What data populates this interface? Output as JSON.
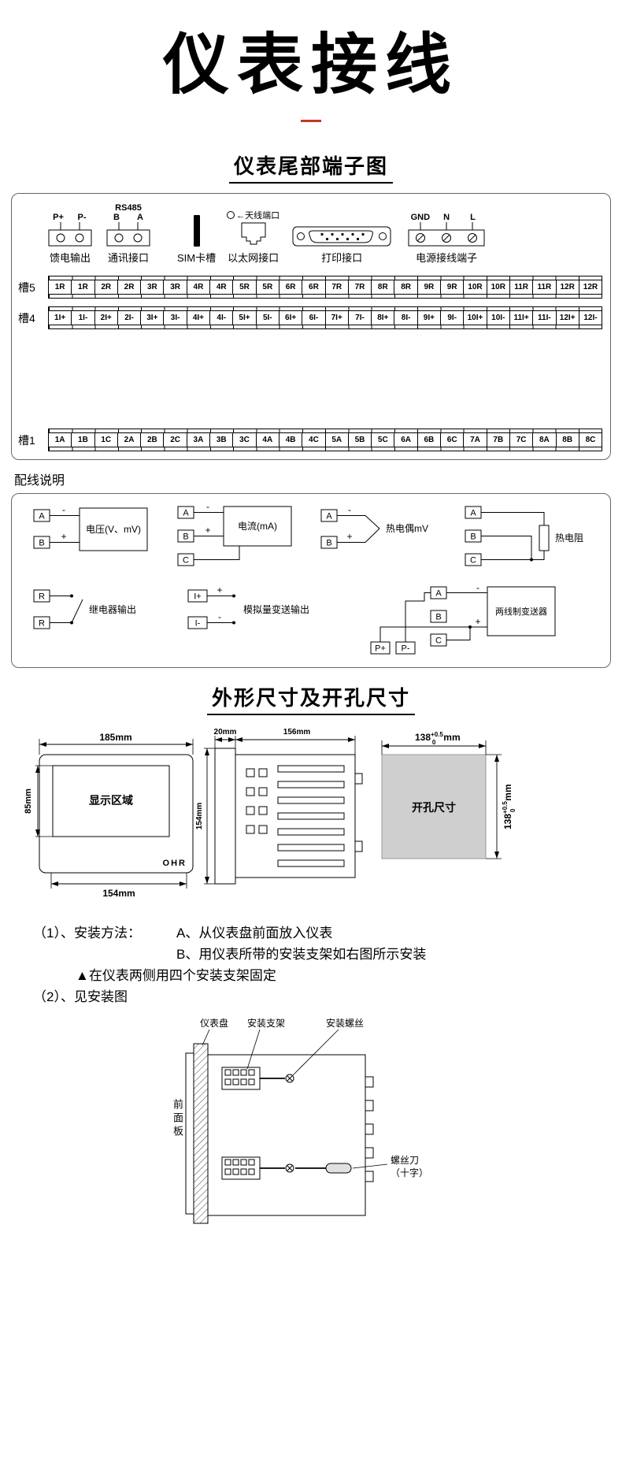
{
  "page": {
    "title": "仪表接线"
  },
  "terminal_section": {
    "heading": "仪表尾部端子图",
    "connectors": {
      "feed": {
        "pin1": "P+",
        "pin2": "P-",
        "label": "馈电输出"
      },
      "comm": {
        "top": "RS485",
        "pin1": "B",
        "pin2": "A",
        "label": "通讯接口"
      },
      "sim": {
        "label": "SIM卡槽"
      },
      "ethernet": {
        "antenna": "←天线端口",
        "label": "以太网接口"
      },
      "printer": {
        "label": "打印接口"
      },
      "power": {
        "pin1": "GND",
        "pin2": "N",
        "pin3": "L",
        "label": "电源接线端子"
      }
    },
    "slots": [
      {
        "name": "槽5",
        "terminals": [
          "1R",
          "1R",
          "2R",
          "2R",
          "3R",
          "3R",
          "4R",
          "4R",
          "5R",
          "5R",
          "6R",
          "6R",
          "7R",
          "7R",
          "8R",
          "8R",
          "9R",
          "9R",
          "10R",
          "10R",
          "11R",
          "11R",
          "12R",
          "12R"
        ]
      },
      {
        "name": "槽4",
        "terminals": [
          "1I+",
          "1I-",
          "2I+",
          "2I-",
          "3I+",
          "3I-",
          "4I+",
          "4I-",
          "5I+",
          "5I-",
          "6I+",
          "6I-",
          "7I+",
          "7I-",
          "8I+",
          "8I-",
          "9I+",
          "9I-",
          "10I+",
          "10I-",
          "11I+",
          "11I-",
          "12I+",
          "12I-"
        ]
      },
      {
        "name": "槽1",
        "terminals": [
          "1A",
          "1B",
          "1C",
          "2A",
          "2B",
          "2C",
          "3A",
          "3B",
          "3C",
          "4A",
          "4B",
          "4C",
          "5A",
          "5B",
          "5C",
          "6A",
          "6B",
          "6C",
          "7A",
          "7B",
          "7C",
          "8A",
          "8B",
          "8C"
        ]
      }
    ]
  },
  "wiring_section": {
    "heading": "配线说明",
    "voltage": {
      "t1": "A",
      "t2": "B",
      "sign1": "-",
      "sign2": "+",
      "label": "电压(V、mV)"
    },
    "current": {
      "t1": "A",
      "t2": "B",
      "t3": "C",
      "sign1": "-",
      "sign2": "+",
      "label": "电流(mA)"
    },
    "thermocouple": {
      "t1": "A",
      "t2": "B",
      "sign1": "-",
      "sign2": "+",
      "label": "热电偶mV"
    },
    "rtd": {
      "t1": "A",
      "t2": "B",
      "t3": "C",
      "label": "热电阻"
    },
    "relay": {
      "t1": "R",
      "t2": "R",
      "label": "继电器输出"
    },
    "analog_out": {
      "t1": "I+",
      "t2": "I-",
      "sign1": "+",
      "sign2": "-",
      "label": "模拟量变送输出"
    },
    "two_wire": {
      "t1": "A",
      "t2": "B",
      "t3": "C",
      "p1": "P+",
      "p2": "P-",
      "sign1": "-",
      "sign2": "+",
      "label": "两线制变送器"
    }
  },
  "dimensions_section": {
    "heading": "外形尺寸及开孔尺寸",
    "front": {
      "top": "185mm",
      "left": "85mm",
      "display": "显示区域",
      "brand": "OHR",
      "bottom": "154mm"
    },
    "side": {
      "bezel": "20mm",
      "body": "156mm",
      "height": "154mm"
    },
    "hole": {
      "label": "开孔尺寸",
      "value": "138",
      "tol_up": "+0.5",
      "tol_down": "0",
      "unit": "mm"
    }
  },
  "install_section": {
    "item1": "（1）、安装方法：",
    "step_a": "A、从仪表盘前面放入仪表",
    "step_b": "B、用仪表所带的安装支架如右图所示安装",
    "note": "▲在仪表两侧用四个安装支架固定",
    "item2": "（2）、见安装图",
    "labels": {
      "panel": "仪表盘",
      "bracket": "安装支架",
      "screw": "安装螺丝",
      "front_panel": "前面板",
      "screwdriver1": "螺丝刀",
      "screwdriver2": "（十字）"
    }
  }
}
